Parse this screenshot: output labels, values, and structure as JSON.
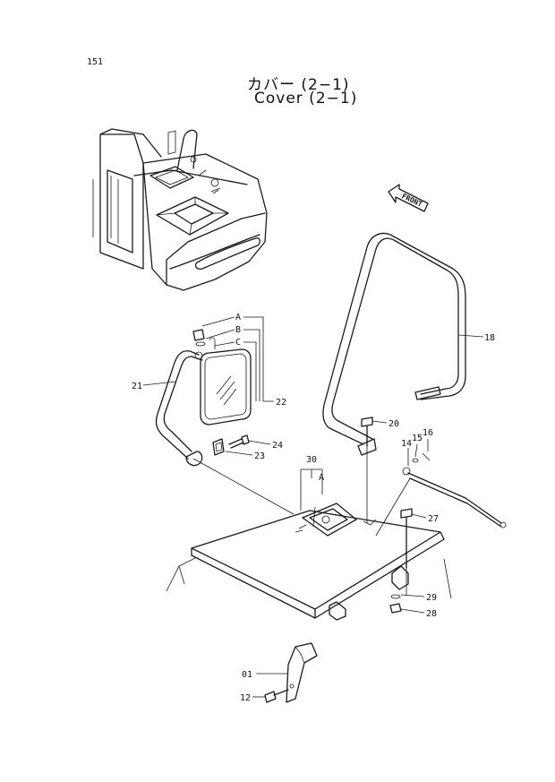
{
  "page_number": "151",
  "title_jp": "カバー (2−1)",
  "title_en": "Cover (2−1)",
  "front_label": "FRONT",
  "callouts": {
    "A": "A",
    "B": "B",
    "C": "C",
    "A2": "A",
    "p18": "18",
    "p21": "21",
    "p22": "22",
    "p20": "20",
    "p24": "24",
    "p23": "23",
    "p30": "30",
    "p14": "14",
    "p15": "15",
    "p16": "16",
    "p27": "27",
    "p29": "29",
    "p28": "28",
    "p01": "01",
    "p12": "12"
  }
}
